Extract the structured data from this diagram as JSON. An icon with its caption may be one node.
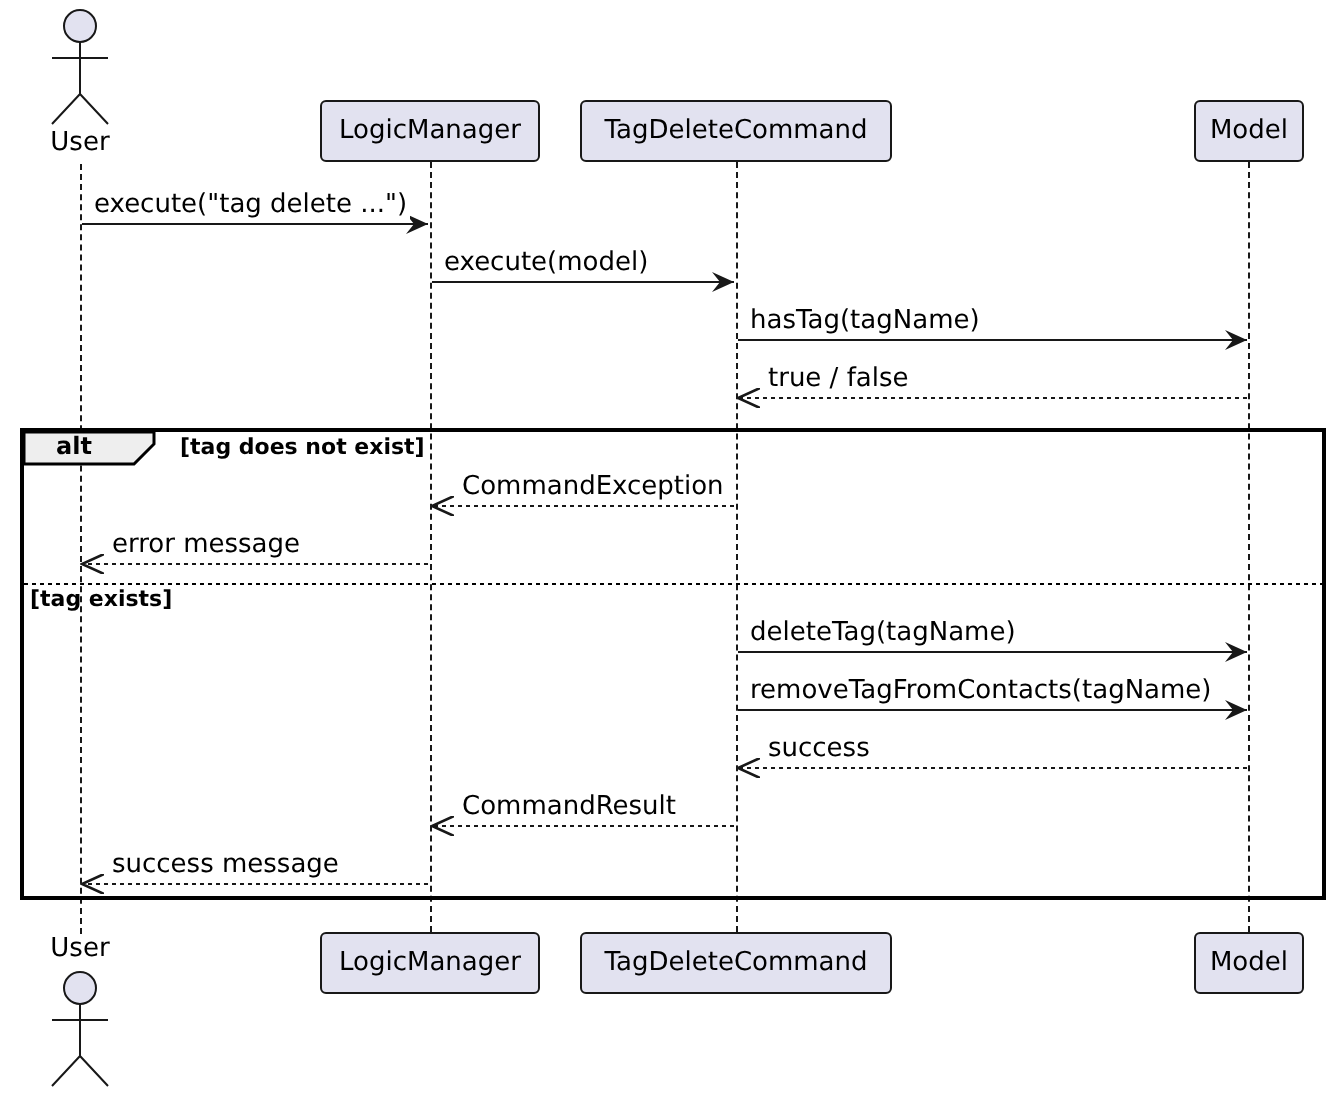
{
  "diagram": {
    "nodes": [
      {
        "text": [
          "User"
        ]
      },
      {
        "text": [
          "LogicManager"
        ]
      },
      {
        "text": [
          "TagDeleteCommand"
        ]
      },
      {
        "text": [
          "Model"
        ]
      },
      {
        "text": [],
        "shape": "bar"
      },
      {
        "text": [],
        "shape": "bar"
      },
      {
        "text": [],
        "shape": "bar"
      },
      {
        "text": [],
        "shape": "bar"
      },
      {
        "text": [
          "User"
        ]
      },
      {
        "text": [
          "LogicManager"
        ]
      },
      {
        "text": [
          "TagDeleteCommand"
        ]
      },
      {
        "text": [
          "Model"
        ]
      }
    ],
    "edges": [
      {
        "from": 4,
        "to": 5,
        "arrow": "to",
        "label": "execute(\"tag delete ...\")"
      },
      {
        "from": 5,
        "to": 6,
        "arrow": "to",
        "label": "execute(model)"
      },
      {
        "from": 6,
        "to": 7,
        "arrow": "to",
        "label": "hasTag(tagName)"
      },
      {
        "from": 7,
        "to": 6,
        "arrow": "to",
        "label": "true / false",
        "style": "dashed"
      },
      {
        "from": 6,
        "to": 5,
        "arrow": "to",
        "label": "CommandException",
        "style": "dashed"
      },
      {
        "from": 5,
        "to": 4,
        "arrow": "to",
        "label": "error message",
        "style": "dashed"
      },
      {
        "from": 6,
        "to": 7,
        "arrow": "to",
        "label": "deleteTag(tagName)"
      },
      {
        "from": 6,
        "to": 7,
        "arrow": "to",
        "label": "removeTagFromContacts(tagName)"
      },
      {
        "from": 7,
        "to": 6,
        "arrow": "to",
        "label": "success",
        "style": "dashed"
      },
      {
        "from": 6,
        "to": 5,
        "arrow": "to",
        "label": "CommandResult",
        "style": "dashed"
      },
      {
        "from": 5,
        "to": 4,
        "arrow": "to",
        "label": "success message",
        "style": "dashed"
      }
    ],
    "labels": [
      "alt",
      "[tag does not exist]",
      "[tag exists]"
    ]
  }
}
